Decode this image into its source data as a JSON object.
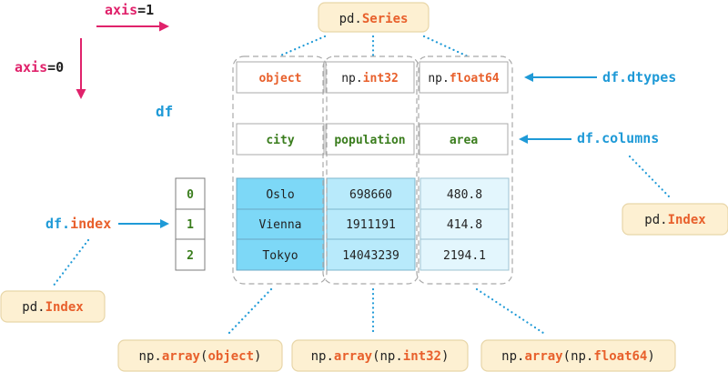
{
  "colors": {
    "orange": "#e8602c",
    "green": "#3a7d1d",
    "blue": "#1f9ad7",
    "magenta": "#e0226b",
    "dark": "#222222",
    "cell_col1": "#7dd8f7",
    "cell_col2": "#b8eafb",
    "cell_col3": "#e3f6fd"
  },
  "axis1": {
    "word": "axis",
    "eq": "=",
    "num": "1"
  },
  "axis0": {
    "word": "axis",
    "eq": "=",
    "num": "0"
  },
  "df_label": "df",
  "series_pill": {
    "prefix": "pd.",
    "name": "Series"
  },
  "dtypes_row": [
    {
      "prefix": "",
      "name": "object"
    },
    {
      "prefix": "np.",
      "name": "int32"
    },
    {
      "prefix": "np.",
      "name": "float64"
    }
  ],
  "columns_row": [
    "city",
    "population",
    "area"
  ],
  "index_values": [
    "0",
    "1",
    "2"
  ],
  "data_rows": [
    [
      "Oslo",
      "698660",
      "480.8"
    ],
    [
      "Vienna",
      "1911191",
      "414.8"
    ],
    [
      "Tokyo",
      "14043239",
      "2194.1"
    ]
  ],
  "dtypes_label": {
    "prefix": "df.",
    "name": "dtypes"
  },
  "columns_label": {
    "prefix": "df.",
    "name": "columns"
  },
  "index_label": {
    "prefix": "df.",
    "name": "index"
  },
  "index_pill_right": {
    "prefix": "pd.",
    "name": "Index"
  },
  "index_pill_left": {
    "prefix": "pd.",
    "name": "Index"
  },
  "array_pills": [
    {
      "prefix": "np.",
      "func": "array",
      "open": "(",
      "arg_prefix": "",
      "arg": "object",
      "close": ")"
    },
    {
      "prefix": "np.",
      "func": "array",
      "open": "(",
      "arg_prefix": "np.",
      "arg": "int32",
      "close": ")"
    },
    {
      "prefix": "np.",
      "func": "array",
      "open": "(",
      "arg_prefix": "np.",
      "arg": "float64",
      "close": ")"
    }
  ]
}
